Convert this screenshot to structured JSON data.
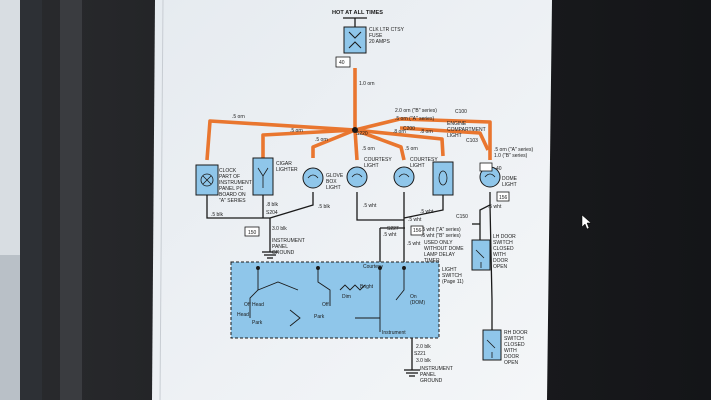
{
  "colors": {
    "background": "#1b1c1f",
    "paper": "#eef0f3",
    "wire_orange": "#e9762f",
    "component_blue": "#8fc6ea",
    "wire_black": "#1a1a1a"
  },
  "header": {
    "title": "HOT AT ALL TIMES",
    "fuse_label_1": "CLK LTR CTSY",
    "fuse_label_2": "FUSE",
    "fuse_label_3": "20 AMPS",
    "fuse_circuit": "40"
  },
  "wires": {
    "main_feed": "1.0 orn",
    "w5orn_a": ".5 orn",
    "w5orn_b": ".5 orn",
    "w5orn_c": ".5 orn",
    "w5orn_d": ".5 orn",
    "w5orn_e": ".5 orn",
    "w8orn": ".8 orn",
    "w8orn_b": ".8 orn",
    "b_series": "2.0 orn (\"B\" series)",
    "a_series_top": ".5 orn (\"A\" series)",
    "a_series_right": ".5 orn (\"A\" series)",
    "b_series_right": "1.0 (\"B\" series)",
    "blk_a": ".5 blk",
    "blk_b": ".8 blk",
    "blk_c": ".5 blk",
    "blk_main": "3.0 blk",
    "wht_a": ".5 wht",
    "wht_b": ".5 wht",
    "wht_c": ".5 wht",
    "wht_d": ".5 wht",
    "wht_e": ".5 wht",
    "wht_f": ".5 wht",
    "wht_a_series": ".5 wht (\"A\" series)",
    "wht_b_series": ".5 wht (\"B\" series)",
    "blk_lower_a": "2.0 blk",
    "blk_lower_b": "3.0 blk"
  },
  "components": {
    "clock": [
      "CLOCK",
      "PART OF",
      "INSTRUMENT",
      "PANEL PC",
      "BOARD ON",
      "\"A\" SERIES"
    ],
    "cigar": [
      "CIGAR",
      "LIGHTER"
    ],
    "glove": [
      "GLOVE",
      "BOX",
      "LIGHT"
    ],
    "courtesy1": [
      "COURTESY",
      "LIGHT"
    ],
    "courtesy2": [
      "COURTESY",
      "LIGHT"
    ],
    "engine": [
      "ENGINE",
      "COMPARTMENT",
      "LIGHT"
    ],
    "dome": [
      "DOME",
      "LIGHT"
    ],
    "lh_door": [
      "LH DOOR",
      "SWITCH",
      "CLOSED",
      "WITH",
      "DOOR",
      "OPEN"
    ],
    "rh_door": [
      "RH DOOR",
      "SWITCH",
      "CLOSED",
      "WITH",
      "DOOR",
      "OPEN"
    ],
    "light_switch": [
      "LIGHT",
      "SWITCH",
      "(Page 11)"
    ]
  },
  "connectors": {
    "s220": "S220",
    "c200": "C200",
    "c100": "C100",
    "c103": "C103",
    "s204": "S204",
    "s227": "S227",
    "c150": "C150",
    "s221": "S221",
    "c150b": "C150"
  },
  "circuits": {
    "c40_top": "40",
    "c40_right": "40",
    "c150": "150",
    "c156": "156",
    "c156b": "156"
  },
  "labels": {
    "instrument_ground_1": "INSTRUMENT",
    "instrument_ground_2": "PANEL",
    "instrument_ground_3": "GROUND",
    "used_only_1": "USED ONLY",
    "used_only_2": "WITHOUT DOME",
    "used_only_3": "LAMP DELAY",
    "used_only_4": "TIMER",
    "lower_ground_1": "INSTRUMENT",
    "lower_ground_2": "PANEL",
    "lower_ground_3": "GROUND"
  },
  "switch_panel": {
    "courtesy": "Courtesy",
    "bright": "Bright",
    "dim": "Dim",
    "off_head": "Off Head",
    "park": "Park",
    "off": "Off",
    "head": "Head",
    "on": "On",
    "dome": "(DOM)",
    "instrument": "Instrument",
    "park2": "Park"
  }
}
